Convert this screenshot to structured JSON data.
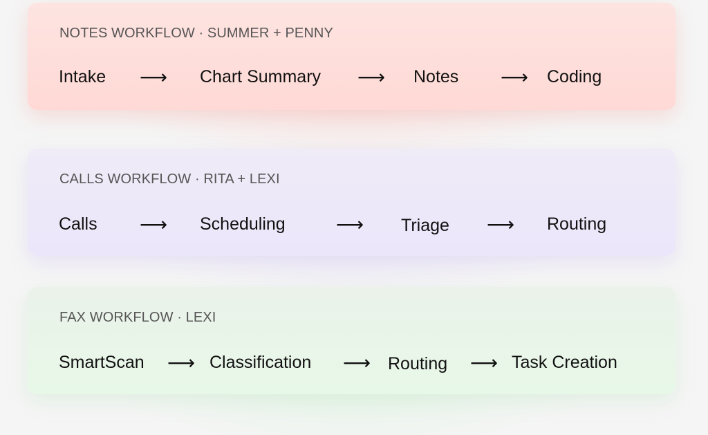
{
  "workflows": [
    {
      "label": "NOTES WORKFLOW · SUMMER + PENNY",
      "steps": [
        "Intake",
        "Chart Summary",
        "Notes",
        "Coding"
      ]
    },
    {
      "label": "CALLS WORKFLOW · RITA + LEXI",
      "steps": [
        "Calls",
        "Scheduling",
        "Triage",
        "Routing"
      ]
    },
    {
      "label": "FAX WORKFLOW · LEXI",
      "steps": [
        "SmartScan",
        "Classification",
        "Routing",
        "Task Creation"
      ]
    }
  ],
  "arrow_glyph": "⟶",
  "colors": {
    "notes_card": "#ffd9d5",
    "calls_card": "#ebe6fa",
    "fax_card": "#e8f8e8",
    "label_text": "#555555",
    "step_text": "#111111"
  }
}
